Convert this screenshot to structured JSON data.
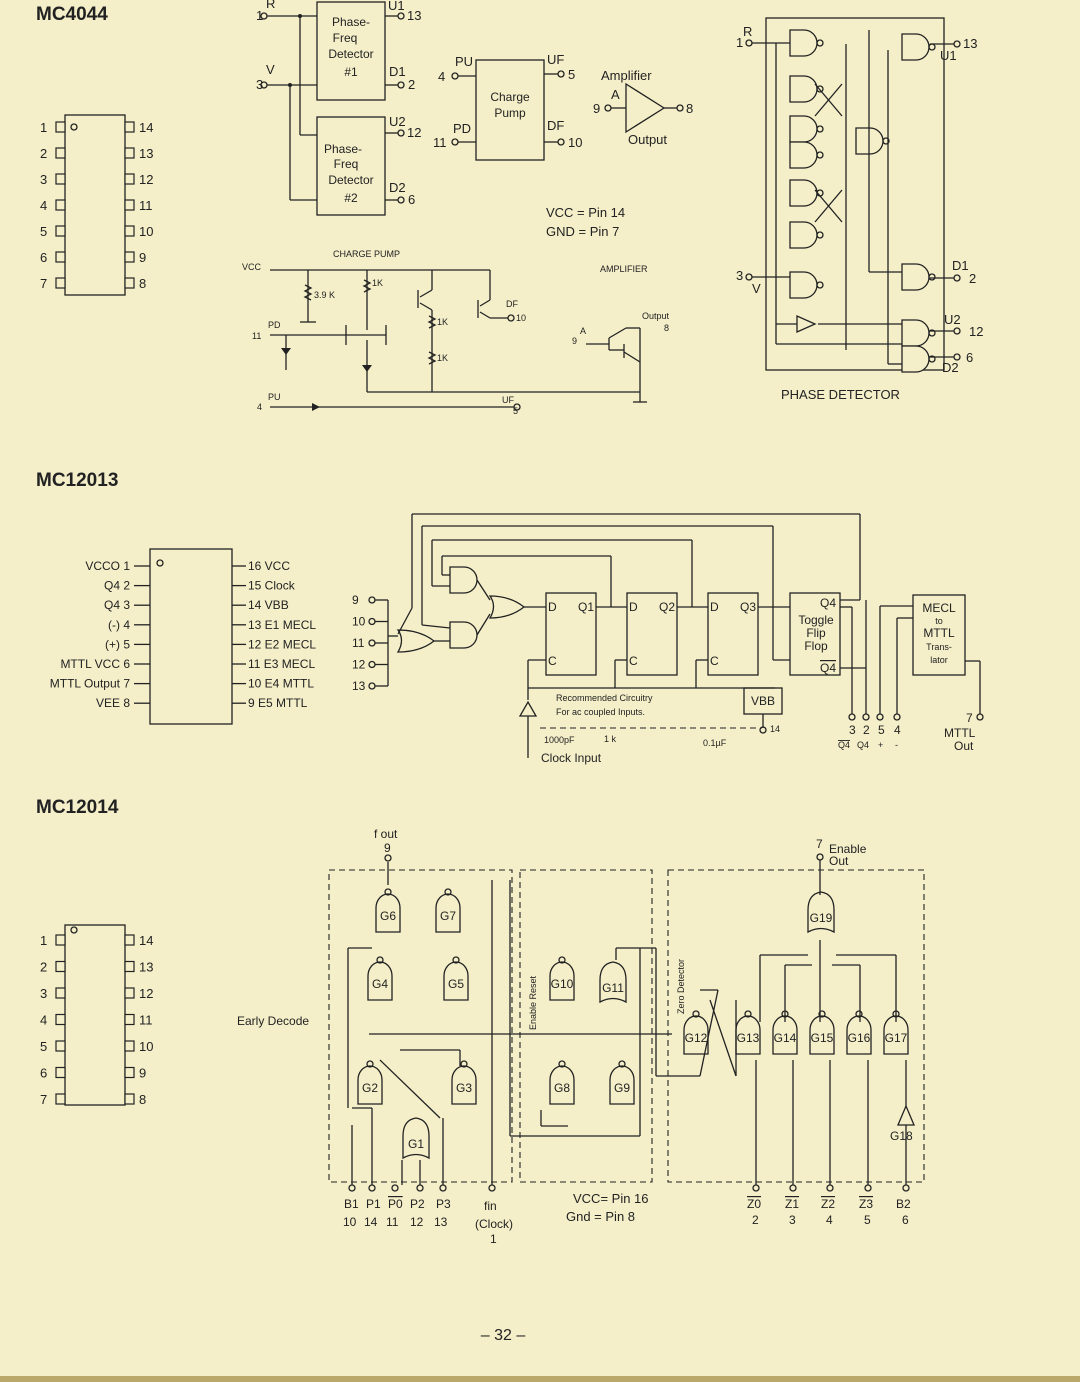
{
  "page_number": "– 32 –",
  "mc4044": {
    "title": "MC4044",
    "dip_left": [
      "1",
      "2",
      "3",
      "4",
      "5",
      "6",
      "7"
    ],
    "dip_right": [
      "14",
      "13",
      "12",
      "11",
      "10",
      "9",
      "8"
    ],
    "pfd1": [
      "Phase-",
      "Freq",
      "Detector",
      "#1"
    ],
    "pfd2": [
      "Phase-",
      "Freq",
      "Detector",
      "#2"
    ],
    "labels": {
      "R": "R",
      "V": "V",
      "U1": "U1",
      "D1": "D1",
      "U2": "U2",
      "D2": "D2",
      "pin1": "1",
      "pin3": "3",
      "pin13": "13",
      "pin2": "2",
      "pin12": "12",
      "pin6": "6"
    },
    "charge_pump": [
      "Charge",
      "Pump"
    ],
    "cp_labels": {
      "PU": "PU",
      "PD": "PD",
      "UF": "UF",
      "DF": "DF",
      "p4": "4",
      "p11": "11",
      "p5": "5",
      "p10": "10"
    },
    "amp": {
      "title": "Amplifier",
      "A": "A",
      "p9": "9",
      "p8": "8",
      "output": "Output"
    },
    "supply": {
      "vcc": "VCC = Pin 14",
      "gnd": "GND = Pin 7"
    },
    "schematic": {
      "cp_title": "CHARGE PUMP",
      "amp_title": "AMPLIFIER",
      "vcc": "VCC",
      "r39k": "3.9 K",
      "r1k_a": "1K",
      "r1k_b": "1K",
      "r1k_c": "1K",
      "pd": "PD",
      "p11": "11",
      "df": "DF",
      "p10": "10",
      "pu": "PU",
      "p4": "4",
      "uf": "UF",
      "p5": "5",
      "a": "A",
      "p9": "9",
      "output": "Output",
      "p8": "8"
    },
    "phase_detector": {
      "title": "PHASE DETECTOR",
      "R": "R",
      "p1": "1",
      "V": "V",
      "p3": "3",
      "p13": "13",
      "U1": "U1",
      "D1": "D1",
      "p2": "2",
      "U2": "U2",
      "p12": "12",
      "p6": "6",
      "D2": "D2"
    }
  },
  "mc12013": {
    "title": "MC12013",
    "left_pins": [
      "VCCO 1",
      "Q4 2",
      "Q4 3",
      "(-) 4",
      "(+) 5",
      "MTTL VCC 6",
      "MTTL Output 7",
      "VEE 8"
    ],
    "right_pins": [
      "16 VCC",
      "15 Clock",
      "14 VBB",
      "13 E1 MECL",
      "12 E2 MECL",
      "11 E3 MECL",
      "10 E4 MTTL",
      "9 E5 MTTL"
    ],
    "inputs": [
      "9",
      "10",
      "11",
      "12",
      "13"
    ],
    "ff": [
      {
        "d": "D",
        "q": "Q1",
        "c": "C"
      },
      {
        "d": "D",
        "q": "Q2",
        "c": "C"
      },
      {
        "d": "D",
        "q": "Q3",
        "c": "C"
      }
    ],
    "toggle": {
      "q4": "Q4",
      "lines": [
        "Toggle",
        "Flip",
        "Flop"
      ],
      "q4b": "Q4"
    },
    "translator": [
      "MECL",
      "to",
      "MTTL",
      "Trans-",
      "lator"
    ],
    "vbb": "VBB",
    "rec": [
      "Recommended Circuitry",
      "For ac coupled Inputs."
    ],
    "cap1": "1000pF",
    "res": "1 k",
    "cap2": "0.1µF",
    "p14": "14",
    "clock_input": "Clock Input",
    "out_pins": [
      "3",
      "2",
      "5",
      "4"
    ],
    "out_labels": [
      "Q4",
      "Q4",
      "+",
      "-"
    ],
    "mttl": {
      "pin": "7",
      "l1": "MTTL",
      "l2": "Out"
    }
  },
  "mc12014": {
    "title": "MC12014",
    "dip_left": [
      "1",
      "2",
      "3",
      "4",
      "5",
      "6",
      "7"
    ],
    "dip_right": [
      "14",
      "13",
      "12",
      "11",
      "10",
      "9",
      "8"
    ],
    "fout": "f out",
    "fout_pin": "9",
    "enable": "Enable",
    "out": "Out",
    "enable_pin": "7",
    "gates": {
      "g1": "G1",
      "g2": "G2",
      "g3": "G3",
      "g4": "G4",
      "g5": "G5",
      "g6": "G6",
      "g7": "G7",
      "g8": "G8",
      "g9": "G9",
      "g10": "G10",
      "g11": "G11",
      "g12": "G12",
      "g13": "G13",
      "g14": "G14",
      "g15": "G15",
      "g16": "G16",
      "g17": "G17",
      "g18": "G18",
      "g19": "G19"
    },
    "early_decode": "Early Decode",
    "enable_reset": "Enable Reset",
    "zero_detector": "Zero Detector",
    "bottom_names": [
      "B1",
      "P1",
      "P0",
      "P2",
      "P3"
    ],
    "bottom_pins": [
      "10",
      "14",
      "11",
      "12",
      "13"
    ],
    "fin": {
      "name": "fin",
      "clock": "(Clock)",
      "pin": "1"
    },
    "supply": {
      "vcc": "VCC= Pin 16",
      "gnd": "Gnd = Pin 8"
    },
    "z_names": [
      "Z0",
      "Z1",
      "Z2",
      "Z3",
      "B2"
    ],
    "z_pins": [
      "2",
      "3",
      "4",
      "5",
      "6"
    ]
  }
}
